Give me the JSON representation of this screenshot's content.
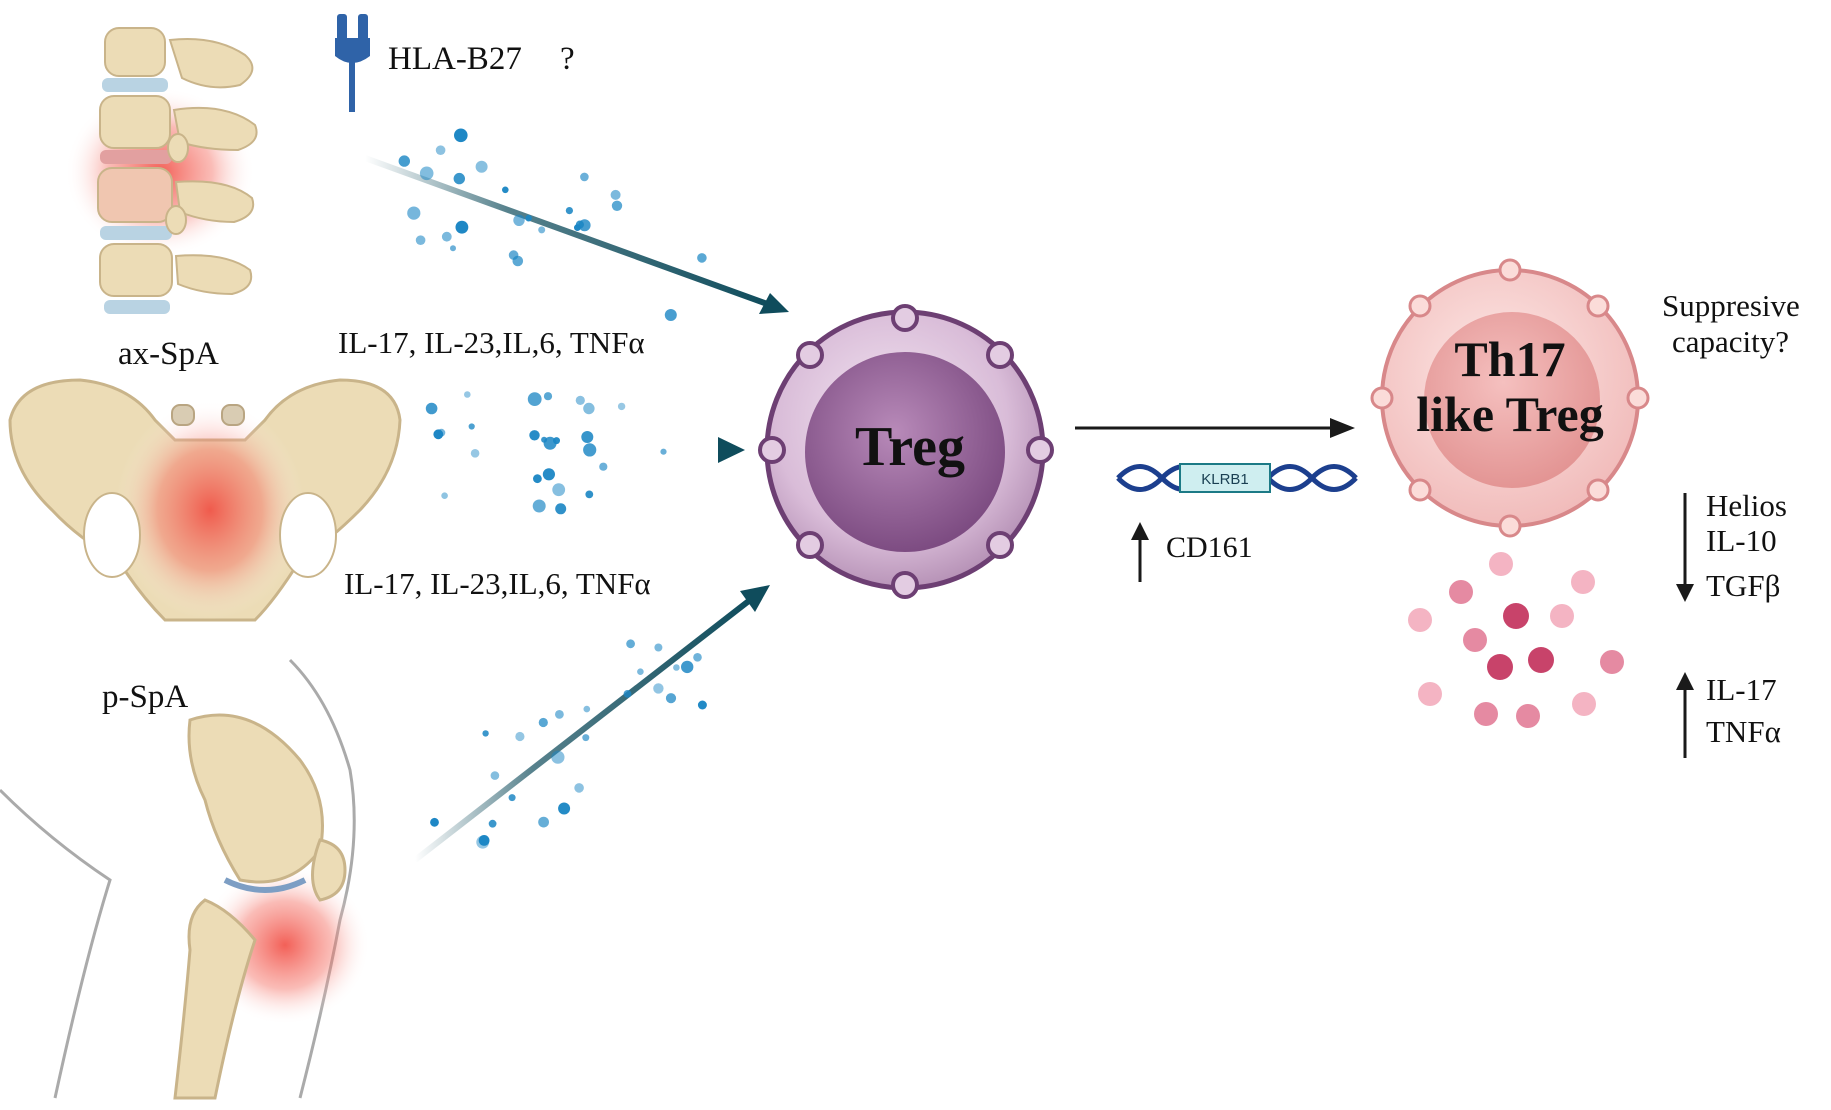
{
  "labels": {
    "hla": "HLA-B27",
    "hla_question": "?",
    "ax_spa": "ax-SpA",
    "p_spa": "p-SpA",
    "cytokines_top": "IL-17, IL-23,IL,6, TNFα",
    "cytokines_bottom": "IL-17, IL-23,IL,6, TNFα",
    "treg": "Treg",
    "th17_line1": "Th17",
    "th17_line2": "like Treg",
    "klrb1": "KLRB1",
    "cd161": "CD161",
    "suppressive_line1": "Suppresive",
    "suppressive_line2": "capacity?",
    "down_list": [
      "Helios",
      "IL-10",
      "TGFβ"
    ],
    "up_list": [
      "IL-17",
      "TNFα"
    ]
  },
  "icons": {
    "spine": "spine-icon",
    "pelvis": "pelvis-icon",
    "knee": "knee-icon",
    "receptor": "hla-receptor-icon",
    "dna": "dna-icon"
  },
  "colors": {
    "arrow_teal": "#0f4c5c",
    "dots_blue": "#1b86c4",
    "treg_purple": "#8a5a8e",
    "th17_pink": "#e8a7a8",
    "inflammation_red": "#f05a4a",
    "bone": "#ecdcb6",
    "receptor_blue": "#2f63a8",
    "cytokine_pink": "#d2567a"
  }
}
